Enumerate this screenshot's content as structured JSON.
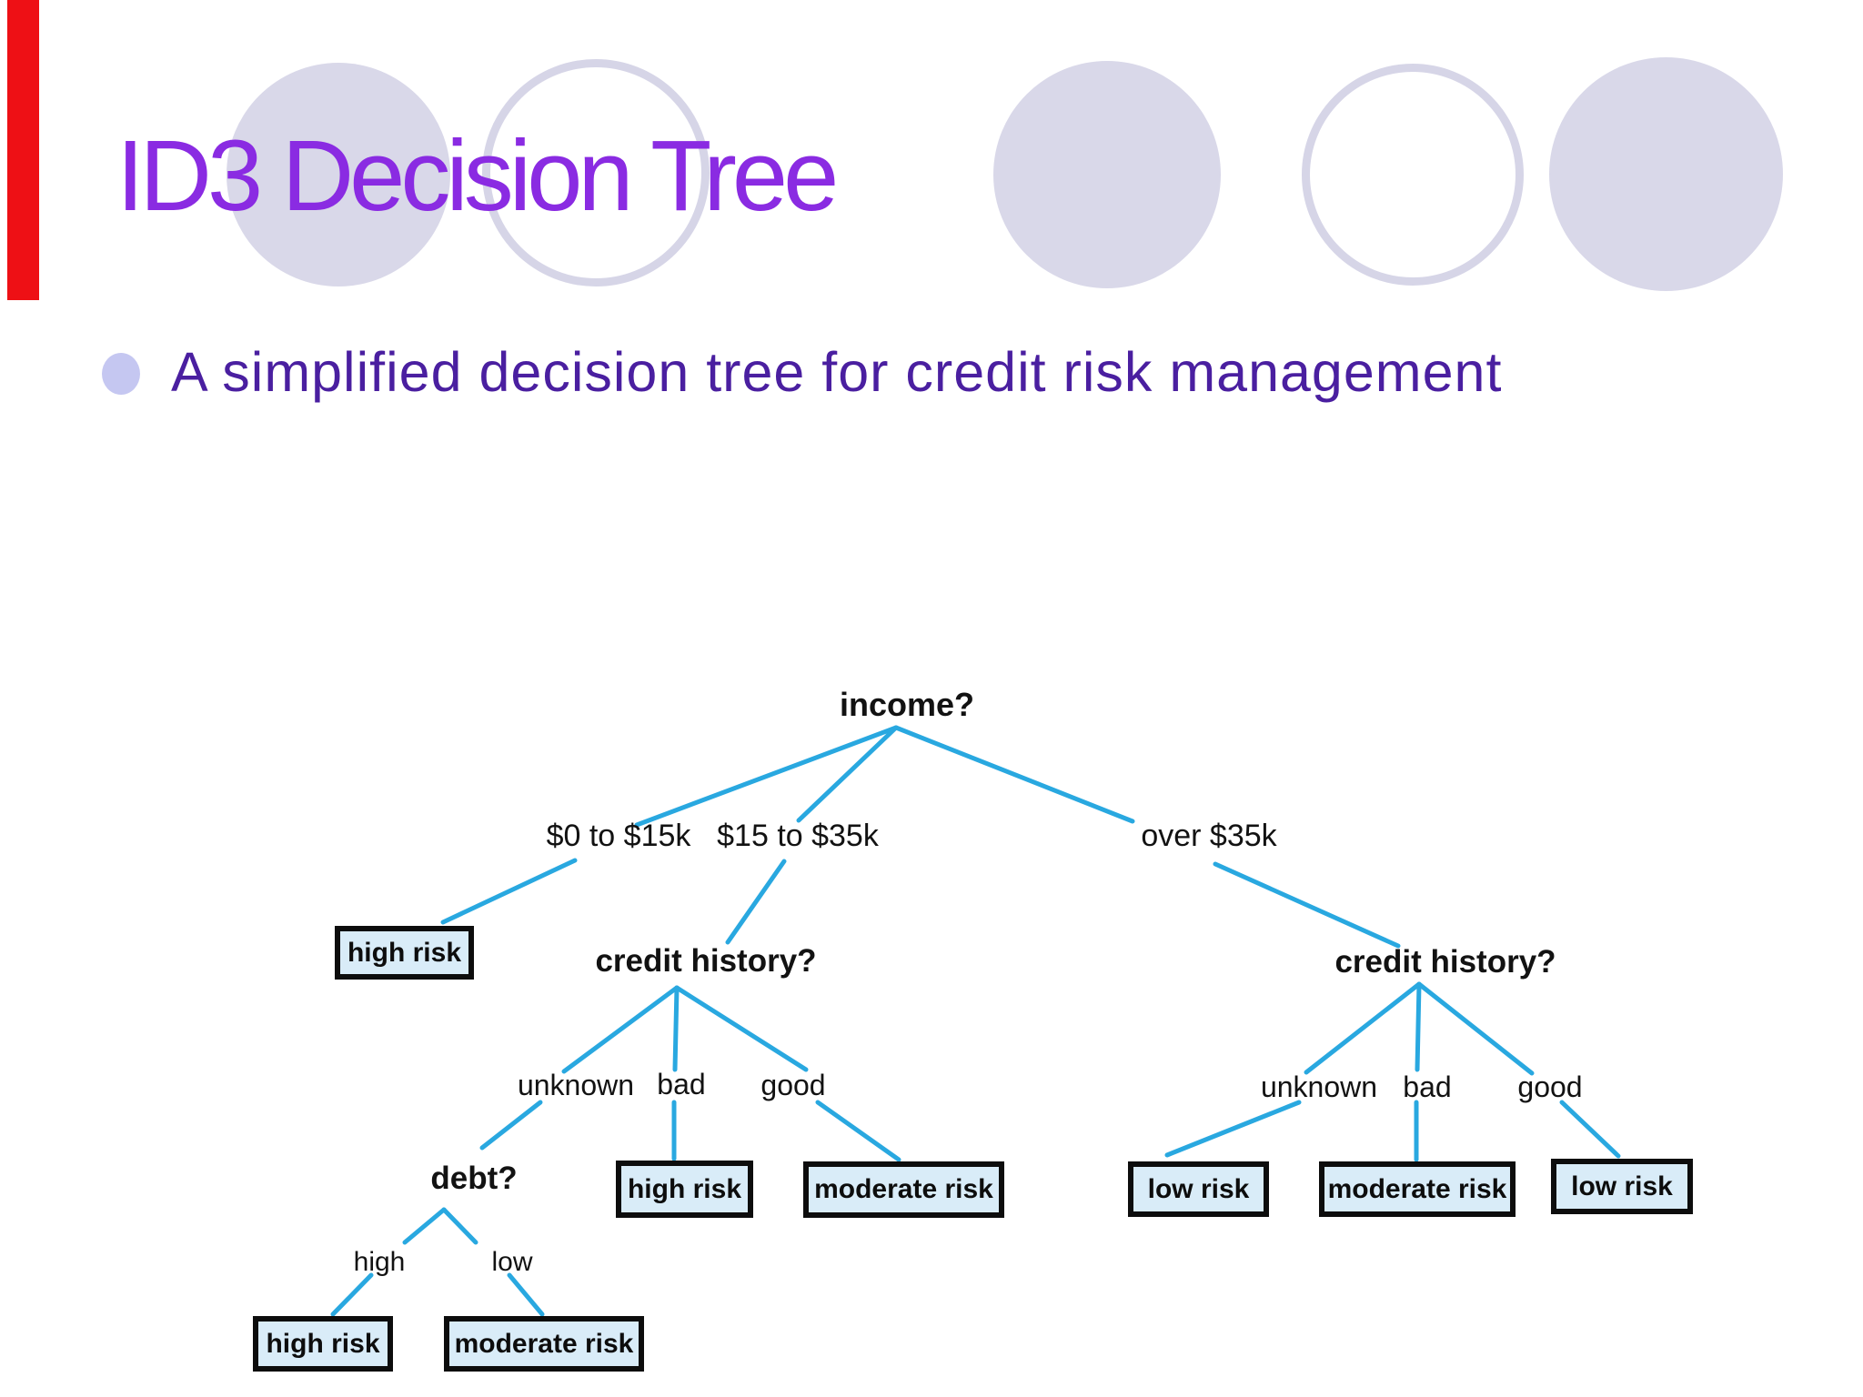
{
  "slide": {
    "title": "ID3 Decision Tree",
    "bullet_text": "A simplified decision tree for credit risk management"
  },
  "colors": {
    "accent_bar_red": "#ee1015",
    "title_purple": "#8a2be2",
    "bullet_purple": "#4a1fa0",
    "bullet_dot": "#c5c7f1",
    "circle_fill": "#d9d8e9",
    "circle_outline": "#d6d5e7",
    "edge_blue": "#29a8e0",
    "box_fill": "#d9ecf8",
    "box_border": "#0d0d0d",
    "tree_text": "#121212"
  },
  "tree": {
    "questions": [
      {
        "id": "income",
        "label": "income?"
      },
      {
        "id": "credit-history-left",
        "label": "credit history?"
      },
      {
        "id": "credit-history-right",
        "label": "credit history?"
      },
      {
        "id": "debt",
        "label": "debt?"
      }
    ],
    "edge_labels": [
      {
        "id": "income-0-15k",
        "label": "$0 to $15k"
      },
      {
        "id": "income-15-35k",
        "label": "$15 to $35k"
      },
      {
        "id": "income-over-35k",
        "label": "over $35k"
      },
      {
        "id": "unknown-left",
        "label": "unknown"
      },
      {
        "id": "bad-left",
        "label": "bad"
      },
      {
        "id": "good-left",
        "label": "good"
      },
      {
        "id": "debt-high",
        "label": "high"
      },
      {
        "id": "debt-low",
        "label": "low"
      },
      {
        "id": "unknown-right",
        "label": "unknown"
      },
      {
        "id": "bad-right",
        "label": "bad"
      },
      {
        "id": "good-right",
        "label": "good"
      }
    ],
    "leaf_boxes": [
      {
        "id": "leaf-1",
        "label": "high risk"
      },
      {
        "id": "leaf-2",
        "label": "high risk"
      },
      {
        "id": "leaf-3",
        "label": "moderate risk"
      },
      {
        "id": "leaf-4",
        "label": "high risk"
      },
      {
        "id": "leaf-5",
        "label": "moderate risk"
      },
      {
        "id": "leaf-6",
        "label": "low risk"
      },
      {
        "id": "leaf-7",
        "label": "moderate risk"
      },
      {
        "id": "leaf-8",
        "label": "low risk"
      }
    ]
  }
}
